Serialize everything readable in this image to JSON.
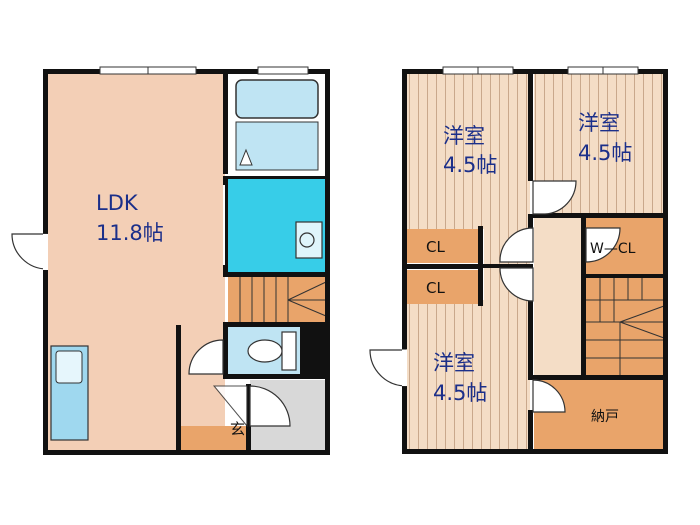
{
  "labels": {
    "ldk_name": "LDK",
    "ldk_size": "11.8帖",
    "room_ne_name": "洋室",
    "room_ne_size": "4.5帖",
    "room_nw_name": "洋室",
    "room_nw_size": "4.5帖",
    "room_s_name": "洋室",
    "room_s_size": "4.5帖",
    "cl_top": "CL",
    "cl_bottom": "CL",
    "wcl": "W—CL",
    "storage": "納戸",
    "entrance": "玄"
  },
  "colors": {
    "ldk_floor": "#f3cfb6",
    "western_floor": "#f4ddc6",
    "stripe": "#c9a88c",
    "closet": "#e9a46a",
    "bath": "#bfe4f3",
    "washroom": "#37cde8",
    "wall": "#111111",
    "room_text": "#1b2f8a",
    "entry_floor": "#d8d8d8"
  }
}
